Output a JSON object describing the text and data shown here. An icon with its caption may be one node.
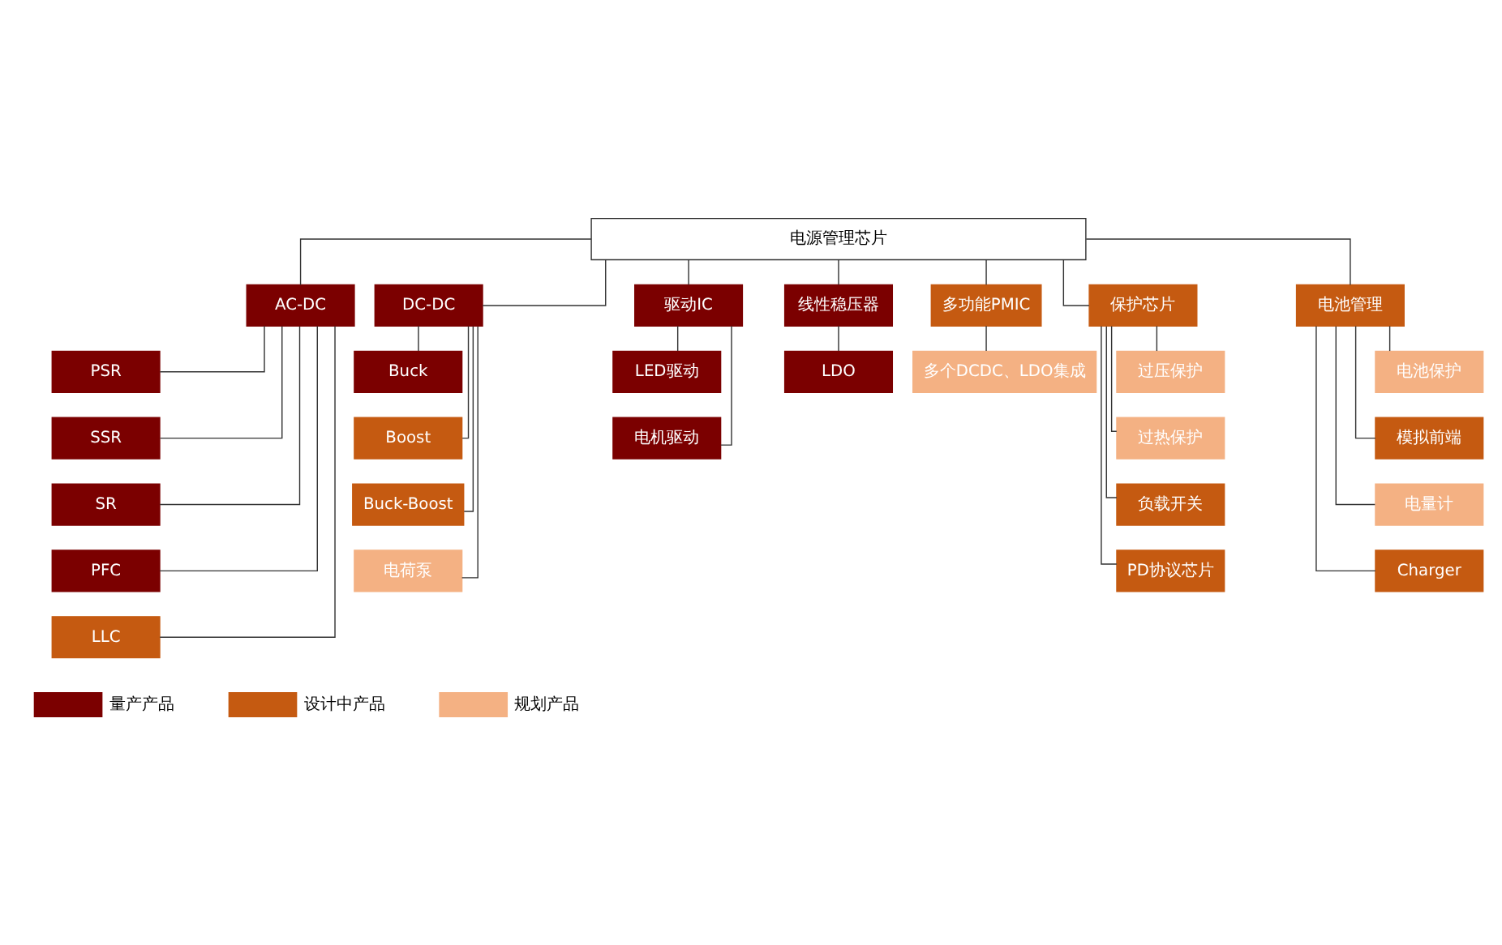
{
  "diagram": {
    "nodes": [
      {
        "text": [
          "电源管理芯片"
        ]
      },
      {
        "text": [
          "AC-DC"
        ]
      },
      {
        "text": [
          "PSR"
        ]
      },
      {
        "text": [
          "SSR"
        ]
      },
      {
        "text": [
          "SR"
        ]
      },
      {
        "text": [
          "PFC"
        ]
      },
      {
        "text": [
          "LLC"
        ]
      },
      {
        "text": [
          "DC-DC"
        ]
      },
      {
        "text": [
          "Buck"
        ]
      },
      {
        "text": [
          "Boost"
        ]
      },
      {
        "text": [
          "Buck-Boost"
        ]
      },
      {
        "text": [
          "电荷泵"
        ]
      },
      {
        "text": [
          "驱动IC"
        ]
      },
      {
        "text": [
          "LED驱动"
        ]
      },
      {
        "text": [
          "电机驱动"
        ]
      },
      {
        "text": [
          "线性稳压器"
        ]
      },
      {
        "text": [
          "LDO"
        ]
      },
      {
        "text": [
          "多功能PMIC"
        ]
      },
      {
        "text": [
          "多个DCDC、LDO集成"
        ]
      },
      {
        "text": [
          "保护芯片"
        ]
      },
      {
        "text": [
          "过压保护"
        ]
      },
      {
        "text": [
          "过热保护"
        ]
      },
      {
        "text": [
          "负载开关"
        ]
      },
      {
        "text": [
          "PD协议芯片"
        ]
      },
      {
        "text": [
          "电池管理"
        ]
      },
      {
        "text": [
          "电池保护"
        ]
      },
      {
        "text": [
          "模拟前端"
        ]
      },
      {
        "text": [
          "电量计"
        ]
      },
      {
        "text": [
          "Charger"
        ]
      }
    ],
    "edges": [
      {
        "from": 0,
        "to": 1,
        "arrow": "none"
      },
      {
        "from": 0,
        "to": 7,
        "arrow": "none"
      },
      {
        "from": 0,
        "to": 12,
        "arrow": "none"
      },
      {
        "from": 0,
        "to": 15,
        "arrow": "none"
      },
      {
        "from": 0,
        "to": 17,
        "arrow": "none"
      },
      {
        "from": 0,
        "to": 19,
        "arrow": "none"
      },
      {
        "from": 0,
        "to": 24,
        "arrow": "none"
      },
      {
        "from": 1,
        "to": 2,
        "arrow": "none"
      },
      {
        "from": 1,
        "to": 3,
        "arrow": "none"
      },
      {
        "from": 1,
        "to": 4,
        "arrow": "none"
      },
      {
        "from": 1,
        "to": 5,
        "arrow": "none"
      },
      {
        "from": 1,
        "to": 6,
        "arrow": "none"
      },
      {
        "from": 7,
        "to": 8,
        "arrow": "none"
      },
      {
        "from": 7,
        "to": 9,
        "arrow": "none"
      },
      {
        "from": 7,
        "to": 10,
        "arrow": "none"
      },
      {
        "from": 7,
        "to": 11,
        "arrow": "none"
      },
      {
        "from": 12,
        "to": 13,
        "arrow": "none"
      },
      {
        "from": 12,
        "to": 14,
        "arrow": "none"
      },
      {
        "from": 15,
        "to": 16,
        "arrow": "none"
      },
      {
        "from": 17,
        "to": 18,
        "arrow": "none"
      },
      {
        "from": 19,
        "to": 20,
        "arrow": "none"
      },
      {
        "from": 19,
        "to": 21,
        "arrow": "none"
      },
      {
        "from": 19,
        "to": 22,
        "arrow": "none"
      },
      {
        "from": 19,
        "to": 23,
        "arrow": "none"
      },
      {
        "from": 24,
        "to": 25,
        "arrow": "none"
      },
      {
        "from": 24,
        "to": 26,
        "arrow": "none"
      },
      {
        "from": 24,
        "to": 27,
        "arrow": "none"
      },
      {
        "from": 24,
        "to": 28,
        "arrow": "none"
      }
    ],
    "legend": [
      {
        "text": "量产产品",
        "color": "#7b0000"
      },
      {
        "text": "设计中产品",
        "color": "#c55a11"
      },
      {
        "text": "规划产品",
        "color": "#f4b183"
      }
    ]
  }
}
